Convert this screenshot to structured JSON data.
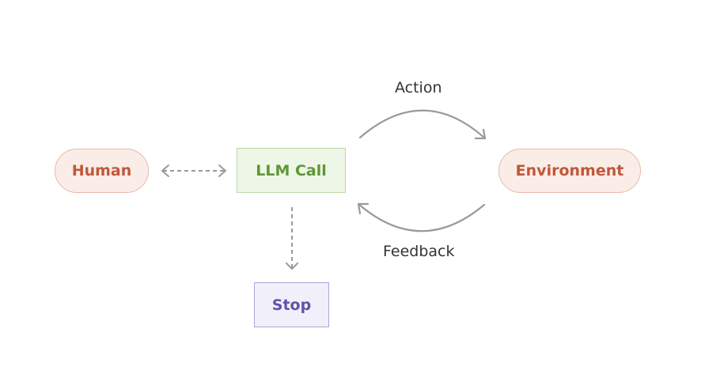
{
  "diagram": {
    "nodes": {
      "human": "Human",
      "llm_call": "LLM Call",
      "environment": "Environment",
      "stop": "Stop"
    },
    "edges": {
      "action": "Action",
      "feedback": "Feedback"
    },
    "colors": {
      "human_environment_fill": "#faede8",
      "human_environment_text": "#c0573a",
      "llm_fill": "#eef6e7",
      "llm_text": "#5f9637",
      "stop_fill": "#f1eff9",
      "stop_text": "#5e54a8",
      "arrow": "#9a9a9a"
    }
  }
}
